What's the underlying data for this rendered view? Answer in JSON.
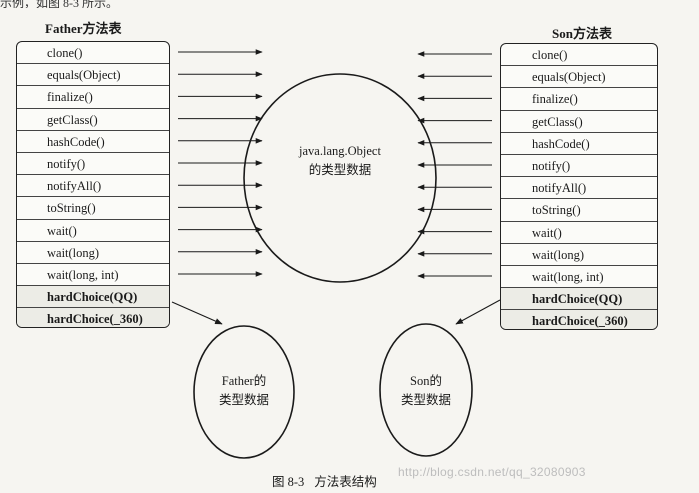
{
  "header_fragment": "示例，如图 8-3 所示。",
  "father_table": {
    "title": "Father方法表",
    "rows": [
      {
        "label": "clone()",
        "bold": false
      },
      {
        "label": "equals(Object)",
        "bold": false
      },
      {
        "label": "finalize()",
        "bold": false
      },
      {
        "label": "getClass()",
        "bold": false
      },
      {
        "label": "hashCode()",
        "bold": false
      },
      {
        "label": "notify()",
        "bold": false
      },
      {
        "label": "notifyAll()",
        "bold": false
      },
      {
        "label": "toString()",
        "bold": false
      },
      {
        "label": "wait()",
        "bold": false
      },
      {
        "label": "wait(long)",
        "bold": false
      },
      {
        "label": "wait(long, int)",
        "bold": false
      },
      {
        "label": "hardChoice(QQ)",
        "bold": true
      },
      {
        "label": "hardChoice(_360)",
        "bold": true
      }
    ]
  },
  "son_table": {
    "title": "Son方法表",
    "rows": [
      {
        "label": "clone()",
        "bold": false
      },
      {
        "label": "equals(Object)",
        "bold": false
      },
      {
        "label": "finalize()",
        "bold": false
      },
      {
        "label": "getClass()",
        "bold": false
      },
      {
        "label": "hashCode()",
        "bold": false
      },
      {
        "label": "notify()",
        "bold": false
      },
      {
        "label": "notifyAll()",
        "bold": false
      },
      {
        "label": "toString()",
        "bold": false
      },
      {
        "label": "wait()",
        "bold": false
      },
      {
        "label": "wait(long)",
        "bold": false
      },
      {
        "label": "wait(long, int)",
        "bold": false
      },
      {
        "label": "hardChoice(QQ)",
        "bold": true
      },
      {
        "label": "hardChoice(_360)",
        "bold": true
      }
    ]
  },
  "object_blob": {
    "line1": "java.lang.Object",
    "line2": "的类型数据"
  },
  "father_blob": {
    "line1": "Father的",
    "line2": "类型数据"
  },
  "son_blob": {
    "line1": "Son的",
    "line2": "类型数据"
  },
  "caption": {
    "number": "图 8-3",
    "text": "方法表结构"
  },
  "watermark": "http://blog.csdn.net/qq_32080903"
}
